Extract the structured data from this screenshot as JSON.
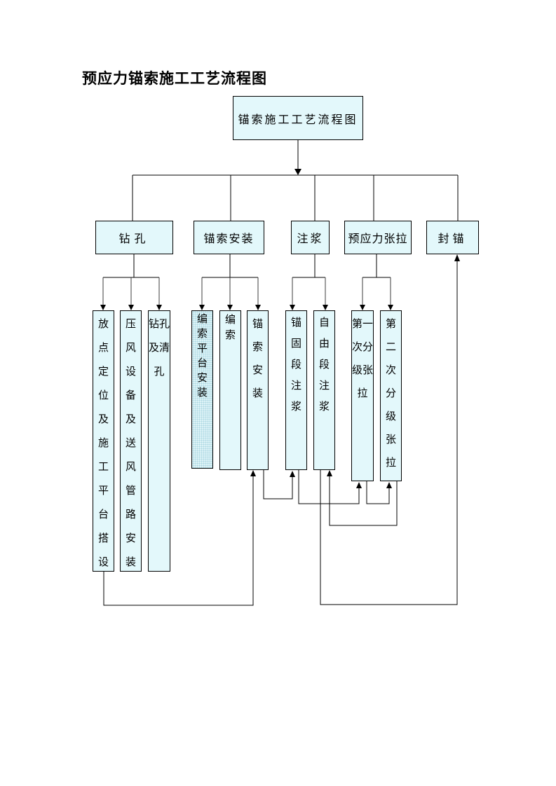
{
  "page": {
    "heading": "预应力锚索施工工艺流程图"
  },
  "chart": {
    "root": {
      "label": "锚索施工工艺流程图"
    },
    "stages": [
      {
        "label": "钻孔"
      },
      {
        "label": "锚索安装"
      },
      {
        "label": "注浆"
      },
      {
        "label": "预应力张拉"
      },
      {
        "label": "封锚"
      }
    ],
    "substeps": [
      {
        "label": "放点定位及施工平台搭设",
        "parent": "钻孔"
      },
      {
        "label": "压风设备及送风管路安装",
        "parent": "钻孔"
      },
      {
        "label": "钻孔及清孔",
        "parent": "钻孔"
      },
      {
        "label": "编索平台安装",
        "parent": "锚索安装",
        "patterned_fill": true
      },
      {
        "label": "编索",
        "parent": "锚索安装"
      },
      {
        "label": "锚索安装",
        "parent": "锚索安装"
      },
      {
        "label": "锚固段注浆",
        "parent": "注浆"
      },
      {
        "label": "自由段注浆",
        "parent": "注浆"
      },
      {
        "label": "第一次分级张拉",
        "parent": "预应力张拉"
      },
      {
        "label": "第二次分级张拉",
        "parent": "预应力张拉"
      }
    ],
    "flow_edges": [
      {
        "from": "锚索施工工艺流程图",
        "to": "钻孔"
      },
      {
        "from": "锚索施工工艺流程图",
        "to": "锚索安装"
      },
      {
        "from": "锚索施工工艺流程图",
        "to": "注浆"
      },
      {
        "from": "锚索施工工艺流程图",
        "to": "预应力张拉"
      },
      {
        "from": "锚索施工工艺流程图",
        "to": "封锚"
      },
      {
        "from": "放点定位及施工平台搭设",
        "to": "锚索安装"
      },
      {
        "from": "锚索安装",
        "to": "锚固段注浆"
      },
      {
        "from": "锚固段注浆",
        "to": "第一次分级张拉"
      },
      {
        "from": "第一次分级张拉",
        "to": "第二次分级张拉"
      },
      {
        "from": "第二次分级张拉",
        "to": "自由段注浆"
      },
      {
        "from": "自由段注浆",
        "to": "封锚"
      }
    ],
    "colors": {
      "box_fill": "#e3f8fb",
      "box_border": "#000000",
      "connector": "#000000"
    }
  }
}
